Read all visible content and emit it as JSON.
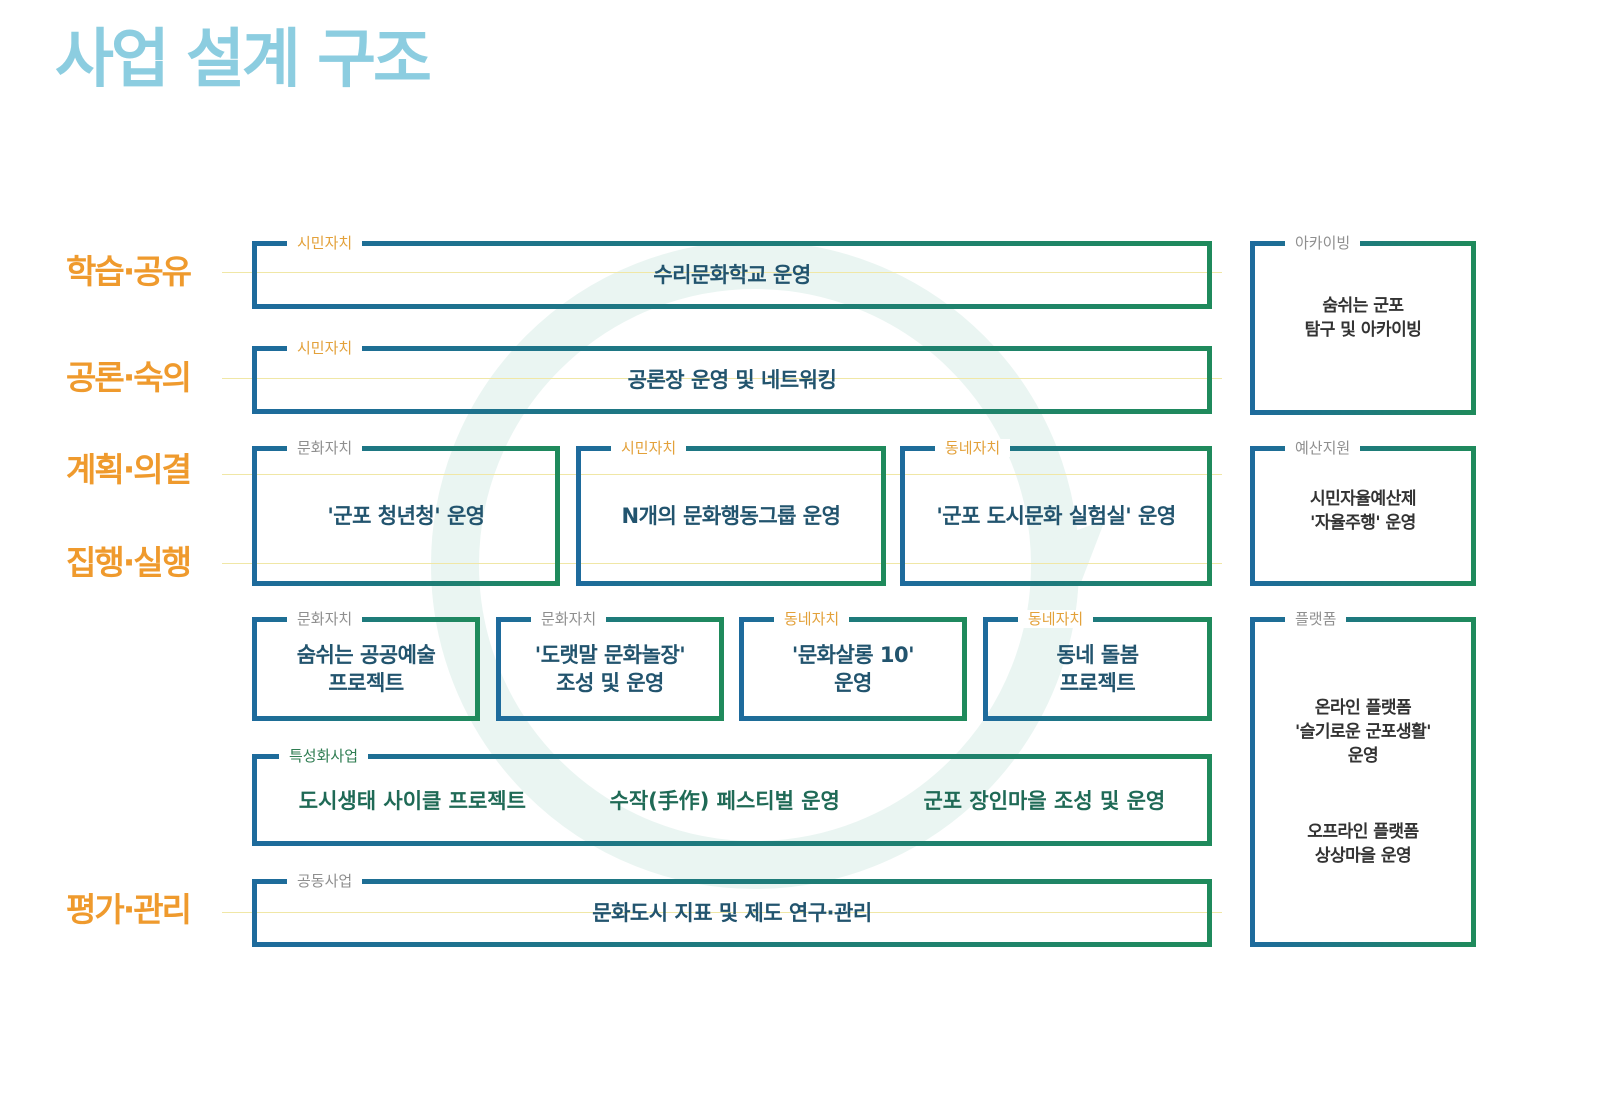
{
  "title": "사업 설계 구조",
  "stages": [
    "학습·공유",
    "공론·숙의",
    "계획·의결",
    "집행·실행",
    "평가·관리"
  ],
  "rows": {
    "learning": {
      "tag": "시민자치",
      "text": "수리문화학교 운영"
    },
    "deliberation": {
      "tag": "시민자치",
      "text": "공론장 운영 및 네트워킹"
    },
    "plan": [
      {
        "tag": "문화자치",
        "text": "'군포 청년청' 운영"
      },
      {
        "tag": "시민자치",
        "text": "N개의  문화행동그룹 운영"
      },
      {
        "tag": "동네자치",
        "text": "'군포 도시문화 실험실' 운영"
      }
    ],
    "exec": [
      {
        "tag": "문화자치",
        "text": "숨쉬는 공공예술\n프로젝트"
      },
      {
        "tag": "문화자치",
        "text": "'도랫말 문화놀장'\n조성 및 운영"
      },
      {
        "tag": "동네자치",
        "text": "'문화살롱 10'\n운영"
      },
      {
        "tag": "동네자치",
        "text": "동네 돌봄\n프로젝트"
      }
    ],
    "special": {
      "tag": "특성화사업",
      "items": [
        "도시생태 사이클 프로젝트",
        "수작(手作) 페스티벌 운영",
        "군포 장인마을 조성 및 운영"
      ]
    },
    "common": {
      "tag": "공동사업",
      "text": "문화도시 지표 및 제도 연구·관리"
    }
  },
  "side": {
    "archive": {
      "tag": "아카이빙",
      "text": "숨쉬는 군포\n탐구 및 아카이빙"
    },
    "budget": {
      "tag": "예산지원",
      "text": "시민자율예산제\n'자율주행' 운영"
    },
    "platform": {
      "tag": "플랫폼",
      "online": "온라인 플랫폼\n'슬기로운 군포생활'\n운영",
      "offline": "오프라인 플랫폼\n상상마을 운영"
    }
  }
}
